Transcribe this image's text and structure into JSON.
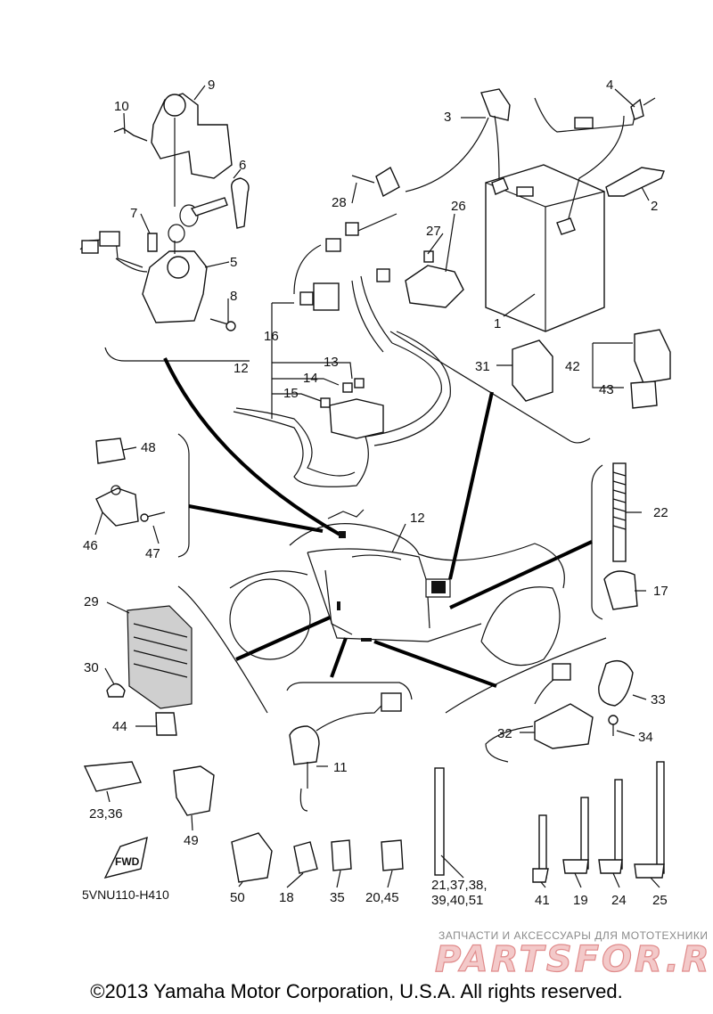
{
  "labels": {
    "p1": "1",
    "p2": "2",
    "p3": "3",
    "p4": "4",
    "p5": "5",
    "p6": "6",
    "p7": "7",
    "p8": "8",
    "p9": "9",
    "p10": "10",
    "p11": "11",
    "p12a": "12",
    "p12b": "12",
    "p13": "13",
    "p14": "14",
    "p15": "15",
    "p16": "16",
    "p17": "17",
    "p18": "18",
    "p19": "19",
    "p20_45": "20,45",
    "p21a": "21,37,38,",
    "p21b": "39,40,51",
    "p22": "22",
    "p23_36": "23,36",
    "p24": "24",
    "p25": "25",
    "p26": "26",
    "p27": "27",
    "p28": "28",
    "p29": "29",
    "p30": "30",
    "p31": "31",
    "p32": "32",
    "p33": "33",
    "p34": "34",
    "p35": "35",
    "p41": "41",
    "p42": "42",
    "p43": "43",
    "p44": "44",
    "p46": "46",
    "p47": "47",
    "p48": "48",
    "p49": "49",
    "p50": "50"
  },
  "fwd_arrow_text": "FWD",
  "diagram_code": "5VNU110-H410",
  "watermark": {
    "caption": "ЗАПЧАСТИ И АКСЕССУАРЫ ДЛЯ МОТОТЕХНИКИ",
    "logo": "PARTSFOR.RU"
  },
  "copyright": "©2013 Yamaha Motor Corporation, U.S.A. All rights reserved."
}
